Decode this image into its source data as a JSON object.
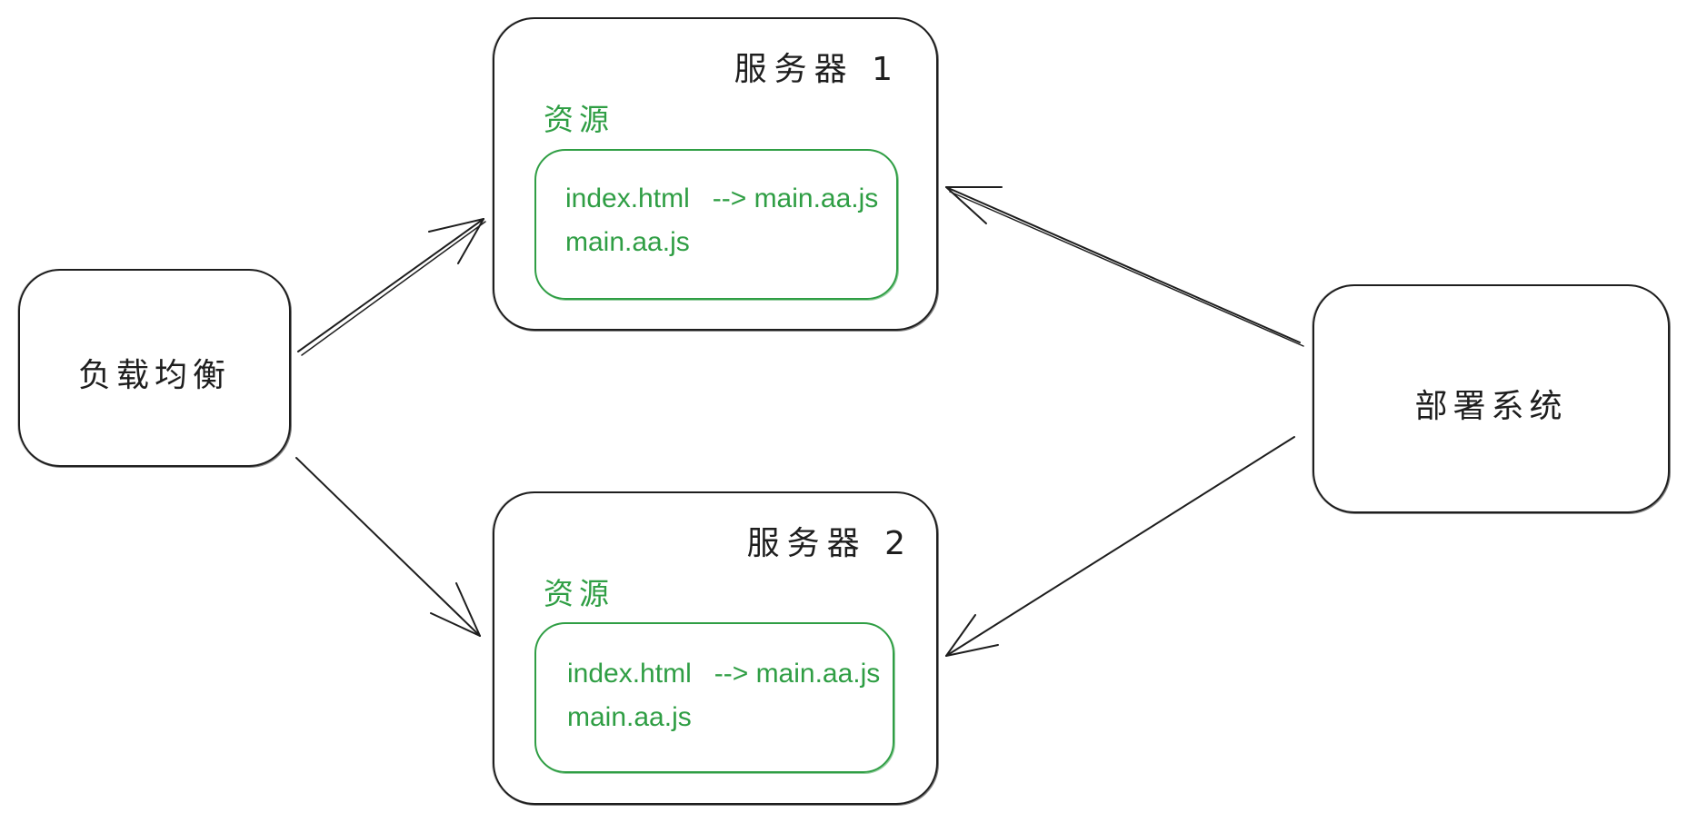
{
  "diagram": {
    "load_balancer": {
      "label": "负载均衡"
    },
    "deploy_system": {
      "label": "部署系统"
    },
    "servers": [
      {
        "title": "服务器 1",
        "resource_label": "资源",
        "resource_lines": [
          "index.html   --> main.aa.js",
          "main.aa.js"
        ]
      },
      {
        "title": "服务器 2",
        "resource_label": "资源",
        "resource_lines": [
          "index.html   --> main.aa.js",
          "main.aa.js"
        ]
      }
    ],
    "colors": {
      "stroke": "#1e1e1e",
      "resource": "#2f9e44",
      "background": "#ffffff"
    }
  }
}
